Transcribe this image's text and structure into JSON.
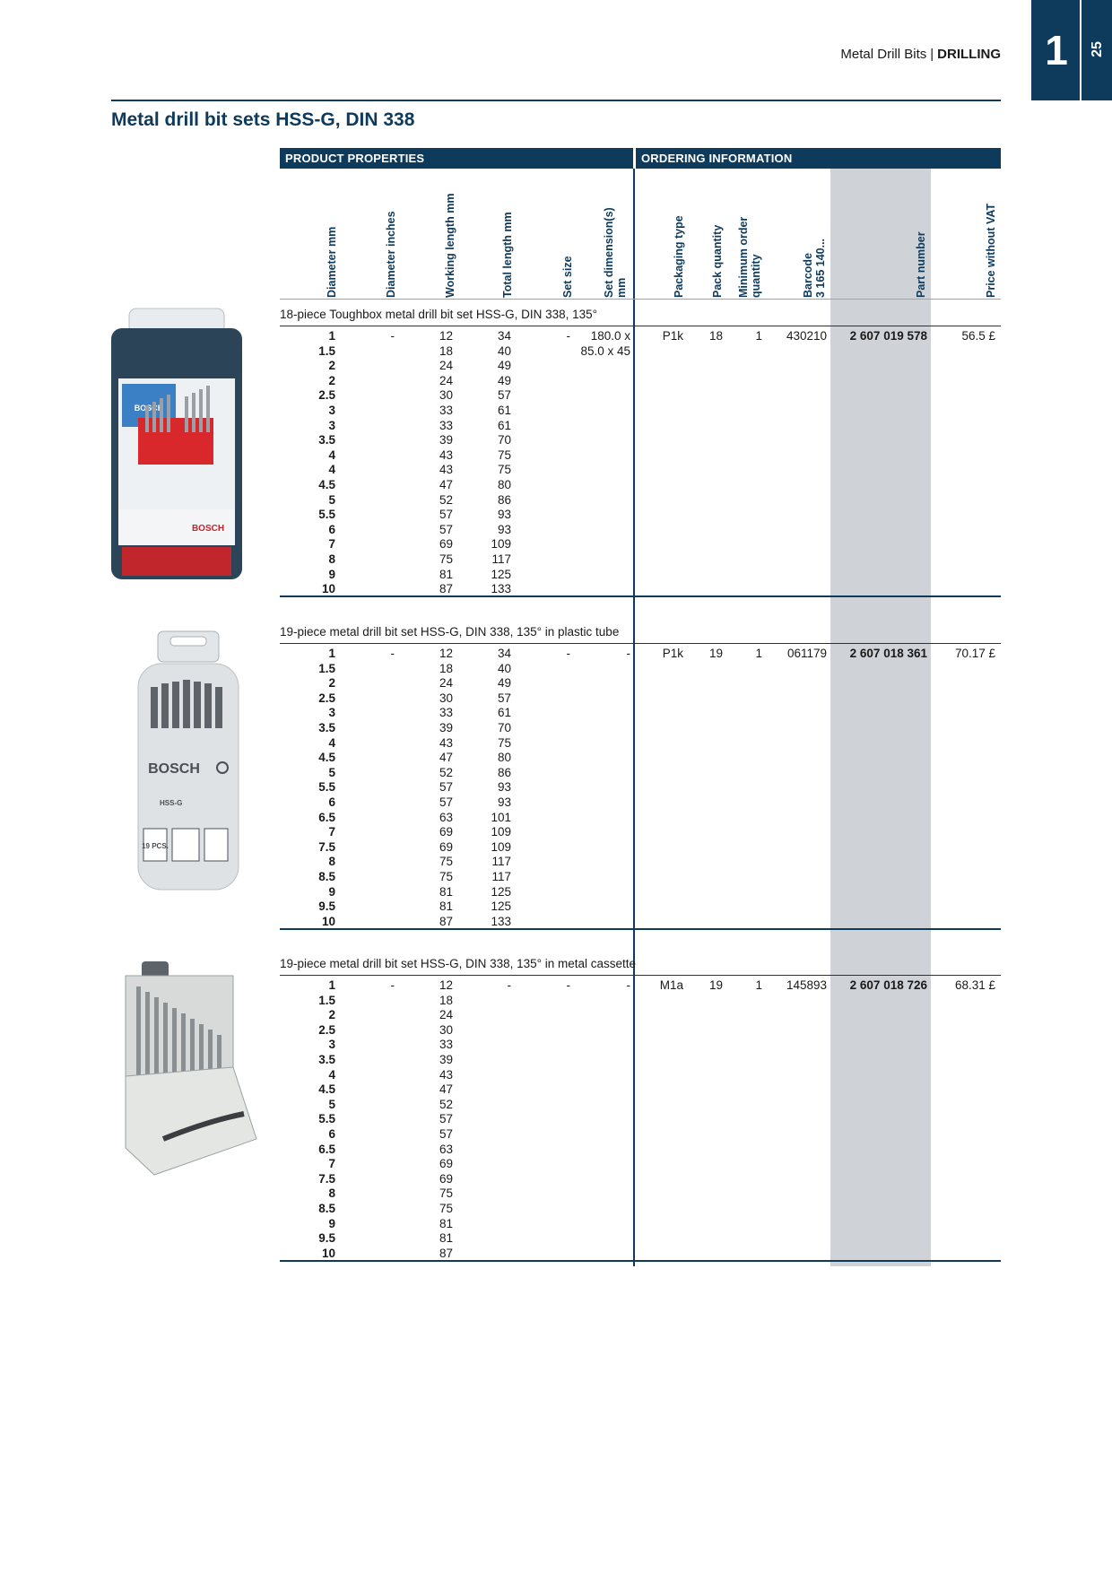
{
  "tab": {
    "chapter": "1",
    "page": "25"
  },
  "running_head": {
    "section": "Metal Drill Bits",
    "category": "DRILLING"
  },
  "title": "Metal drill bit sets HSS-G, DIN 338",
  "band": {
    "left": "PRODUCT PROPERTIES",
    "right": "ORDERING INFORMATION"
  },
  "columns": [
    "Diameter mm",
    "Diameter inches",
    "Working length mm",
    "Total length mm",
    "Set size",
    "Set dimension(s) mm",
    "Packaging type",
    "Pack quantity",
    "Minimum order quantity",
    "Barcode 3 165 140...",
    "Part number",
    "Price without VAT"
  ],
  "sections": [
    {
      "title": "18-piece Toughbox metal drill bit set HSS-G, DIN 338, 135°",
      "diameters": [
        "1",
        "1.5",
        "2",
        "2",
        "2.5",
        "3",
        "3",
        "3.5",
        "4",
        "4",
        "4.5",
        "5",
        "5.5",
        "6",
        "7",
        "8",
        "9",
        "10"
      ],
      "working": [
        "12",
        "18",
        "24",
        "24",
        "30",
        "33",
        "33",
        "39",
        "43",
        "43",
        "47",
        "52",
        "57",
        "57",
        "69",
        "75",
        "81",
        "87"
      ],
      "total": [
        "34",
        "40",
        "49",
        "49",
        "57",
        "61",
        "61",
        "70",
        "75",
        "75",
        "80",
        "86",
        "93",
        "93",
        "109",
        "117",
        "125",
        "133"
      ],
      "inches": "-",
      "set_size": "-",
      "set_dims": [
        "180.0 x",
        "85.0 x 45"
      ],
      "packaging": "P1k",
      "pack_qty": "18",
      "min_order": "1",
      "barcode": "430210",
      "part_number": "2 607 019 578",
      "price": "56.5 £"
    },
    {
      "title": "19-piece metal drill bit set HSS-G, DIN 338, 135° in plastic tube",
      "diameters": [
        "1",
        "1.5",
        "2",
        "2.5",
        "3",
        "3.5",
        "4",
        "4.5",
        "5",
        "5.5",
        "6",
        "6.5",
        "7",
        "7.5",
        "8",
        "8.5",
        "9",
        "9.5",
        "10"
      ],
      "working": [
        "12",
        "18",
        "24",
        "30",
        "33",
        "39",
        "43",
        "47",
        "52",
        "57",
        "57",
        "63",
        "69",
        "69",
        "75",
        "75",
        "81",
        "81",
        "87"
      ],
      "total": [
        "34",
        "40",
        "49",
        "57",
        "61",
        "70",
        "75",
        "80",
        "86",
        "93",
        "93",
        "101",
        "109",
        "109",
        "117",
        "117",
        "125",
        "125",
        "133"
      ],
      "inches": "-",
      "set_size": "-",
      "set_dims": [
        "-"
      ],
      "packaging": "P1k",
      "pack_qty": "19",
      "min_order": "1",
      "barcode": "061179",
      "part_number": "2 607 018 361",
      "price": "70.17 £"
    },
    {
      "title": "19-piece metal drill bit set HSS-G, DIN 338, 135° in metal cassette",
      "diameters": [
        "1",
        "1.5",
        "2",
        "2.5",
        "3",
        "3.5",
        "4",
        "4.5",
        "5",
        "5.5",
        "6",
        "6.5",
        "7",
        "7.5",
        "8",
        "8.5",
        "9",
        "9.5",
        "10"
      ],
      "working": [
        "12",
        "18",
        "24",
        "30",
        "33",
        "39",
        "43",
        "47",
        "52",
        "57",
        "57",
        "63",
        "69",
        "69",
        "75",
        "75",
        "81",
        "81",
        "87"
      ],
      "total": [
        "-"
      ],
      "inches": "-",
      "set_size": "-",
      "set_dims": [
        "-"
      ],
      "packaging": "M1a",
      "pack_qty": "19",
      "min_order": "1",
      "barcode": "145893",
      "part_number": "2 607 018 726",
      "price": "68.31 £"
    }
  ],
  "images": {
    "toughbox": {
      "brand": "BOSCH"
    },
    "tube": {
      "brand": "BOSCH",
      "grade": "HSS-G",
      "count": "19 PCS."
    }
  }
}
